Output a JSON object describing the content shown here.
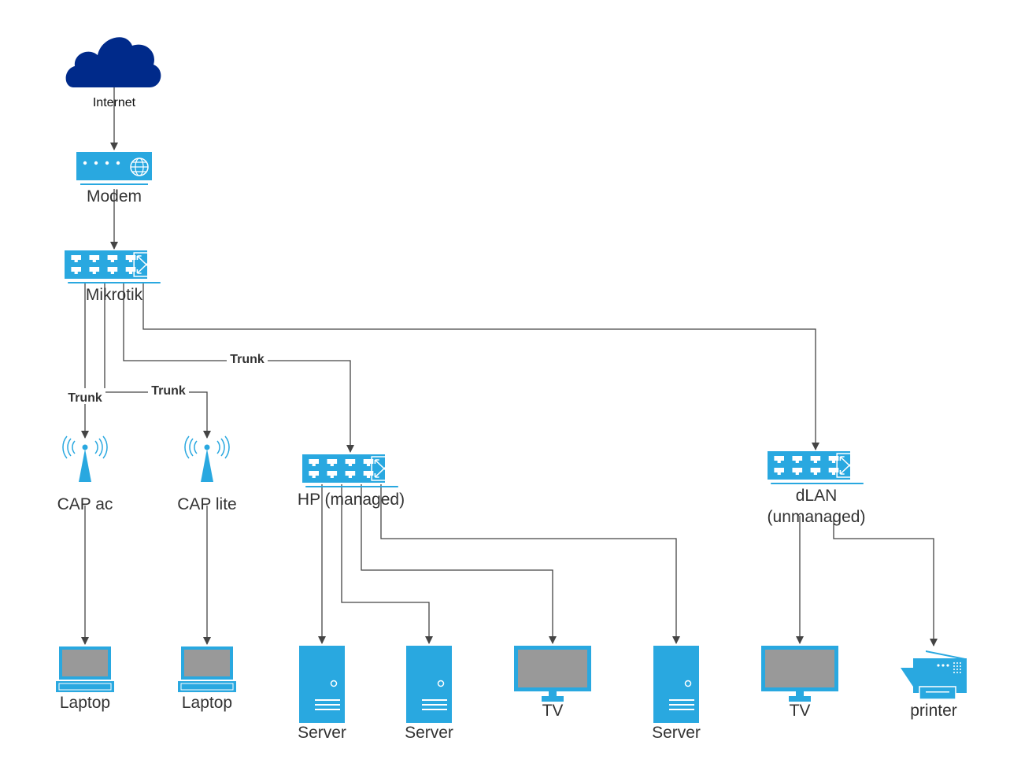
{
  "nodes": {
    "internet": "Internet",
    "modem": "Modem",
    "mikrotik": "Mikrotik",
    "cap_ac": "CAP ac",
    "cap_lite": "CAP lite",
    "hp": "HP (managed)",
    "dlan_line1": "dLAN",
    "dlan_line2": "(unmanaged)",
    "laptop_1": "Laptop",
    "laptop_2": "Laptop",
    "server_1": "Server",
    "server_2": "Server",
    "tv_1": "TV",
    "server_3": "Server",
    "tv_2": "TV",
    "printer": "printer"
  },
  "edges": {
    "trunk_cap_ac": "Trunk",
    "trunk_cap_lite": "Trunk",
    "trunk_hp": "Trunk"
  },
  "colors": {
    "cloud": "#002a8a",
    "device": "#29a8e0",
    "screen": "#999999",
    "wire": "#444444"
  },
  "icons": {
    "internet": "cloud-icon",
    "modem": "modem-icon",
    "switch": "switch-icon",
    "access_point": "wireless-ap-icon",
    "laptop": "laptop-icon",
    "server": "server-icon",
    "tv": "monitor-icon",
    "printer": "printer-icon"
  }
}
